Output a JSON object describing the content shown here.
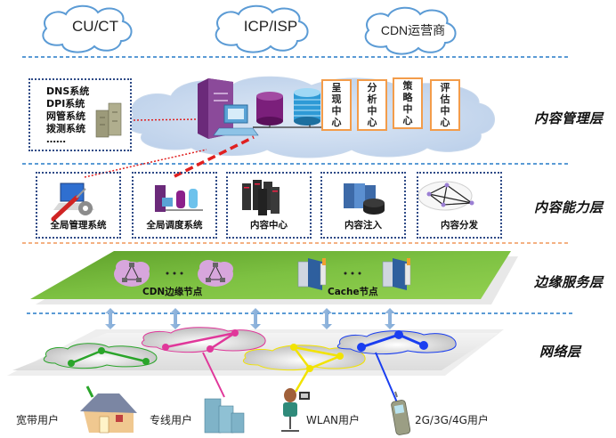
{
  "top_entities": [
    {
      "label": "CU/CT"
    },
    {
      "label": "ICP/ISP"
    },
    {
      "label": "CDN运营商"
    }
  ],
  "layers": {
    "management": {
      "label": "内容管理层"
    },
    "capability": {
      "label": "内容能力层"
    },
    "edge_service": {
      "label": "边缘服务层"
    },
    "network": {
      "label": "网络层"
    }
  },
  "management_systems": {
    "items": [
      "DNS系统",
      "DPI系统",
      "网管系统",
      "拨测系统",
      "……"
    ]
  },
  "management_centers": [
    {
      "chars": [
        "呈",
        "现",
        "中",
        "心"
      ]
    },
    {
      "chars": [
        "分",
        "析",
        "中",
        "心"
      ]
    },
    {
      "chars": [
        "策",
        "略",
        "中",
        "心"
      ]
    },
    {
      "chars": [
        "评",
        "估",
        "中",
        "心"
      ]
    }
  ],
  "capability_modules": [
    {
      "label": "全局管理系统",
      "icon": "admin-tools-icon"
    },
    {
      "label": "全局调度系统",
      "icon": "scheduler-server-icon"
    },
    {
      "label": "内容中心",
      "icon": "server-rack-icon"
    },
    {
      "label": "内容注入",
      "icon": "ingest-server-icon"
    },
    {
      "label": "内容分发",
      "icon": "distribution-network-icon"
    }
  ],
  "edge_nodes": {
    "cdn_edge_label": "CDN边缘节点",
    "cache_label": "Cache节点",
    "ellipsis": "· · ·"
  },
  "network_clouds": [
    {
      "name": "green-network",
      "color": "#2aa52a"
    },
    {
      "name": "magenta-network",
      "color": "#e0379a"
    },
    {
      "name": "yellow-network",
      "color": "#f2e300"
    },
    {
      "name": "blue-network",
      "color": "#1a3ef0"
    }
  ],
  "users": [
    {
      "label": "宽带用户",
      "link_color": "#2aa52a"
    },
    {
      "label": "专线用户",
      "link_color": "#e0379a"
    },
    {
      "label": "WLAN用户",
      "link_color": "#f2e300"
    },
    {
      "label": "2G/3G/4G用户",
      "link_color": "#1a3ef0"
    }
  ],
  "colors": {
    "divider_blue": "#5b9bd5",
    "divider_orange": "#f4b183",
    "cloud_outline": "#5b9bd5",
    "edge_plane": "#7cbf3a",
    "box_border": "#2e4a86",
    "center_border": "#f39c4a",
    "red_link": "#e02020"
  }
}
